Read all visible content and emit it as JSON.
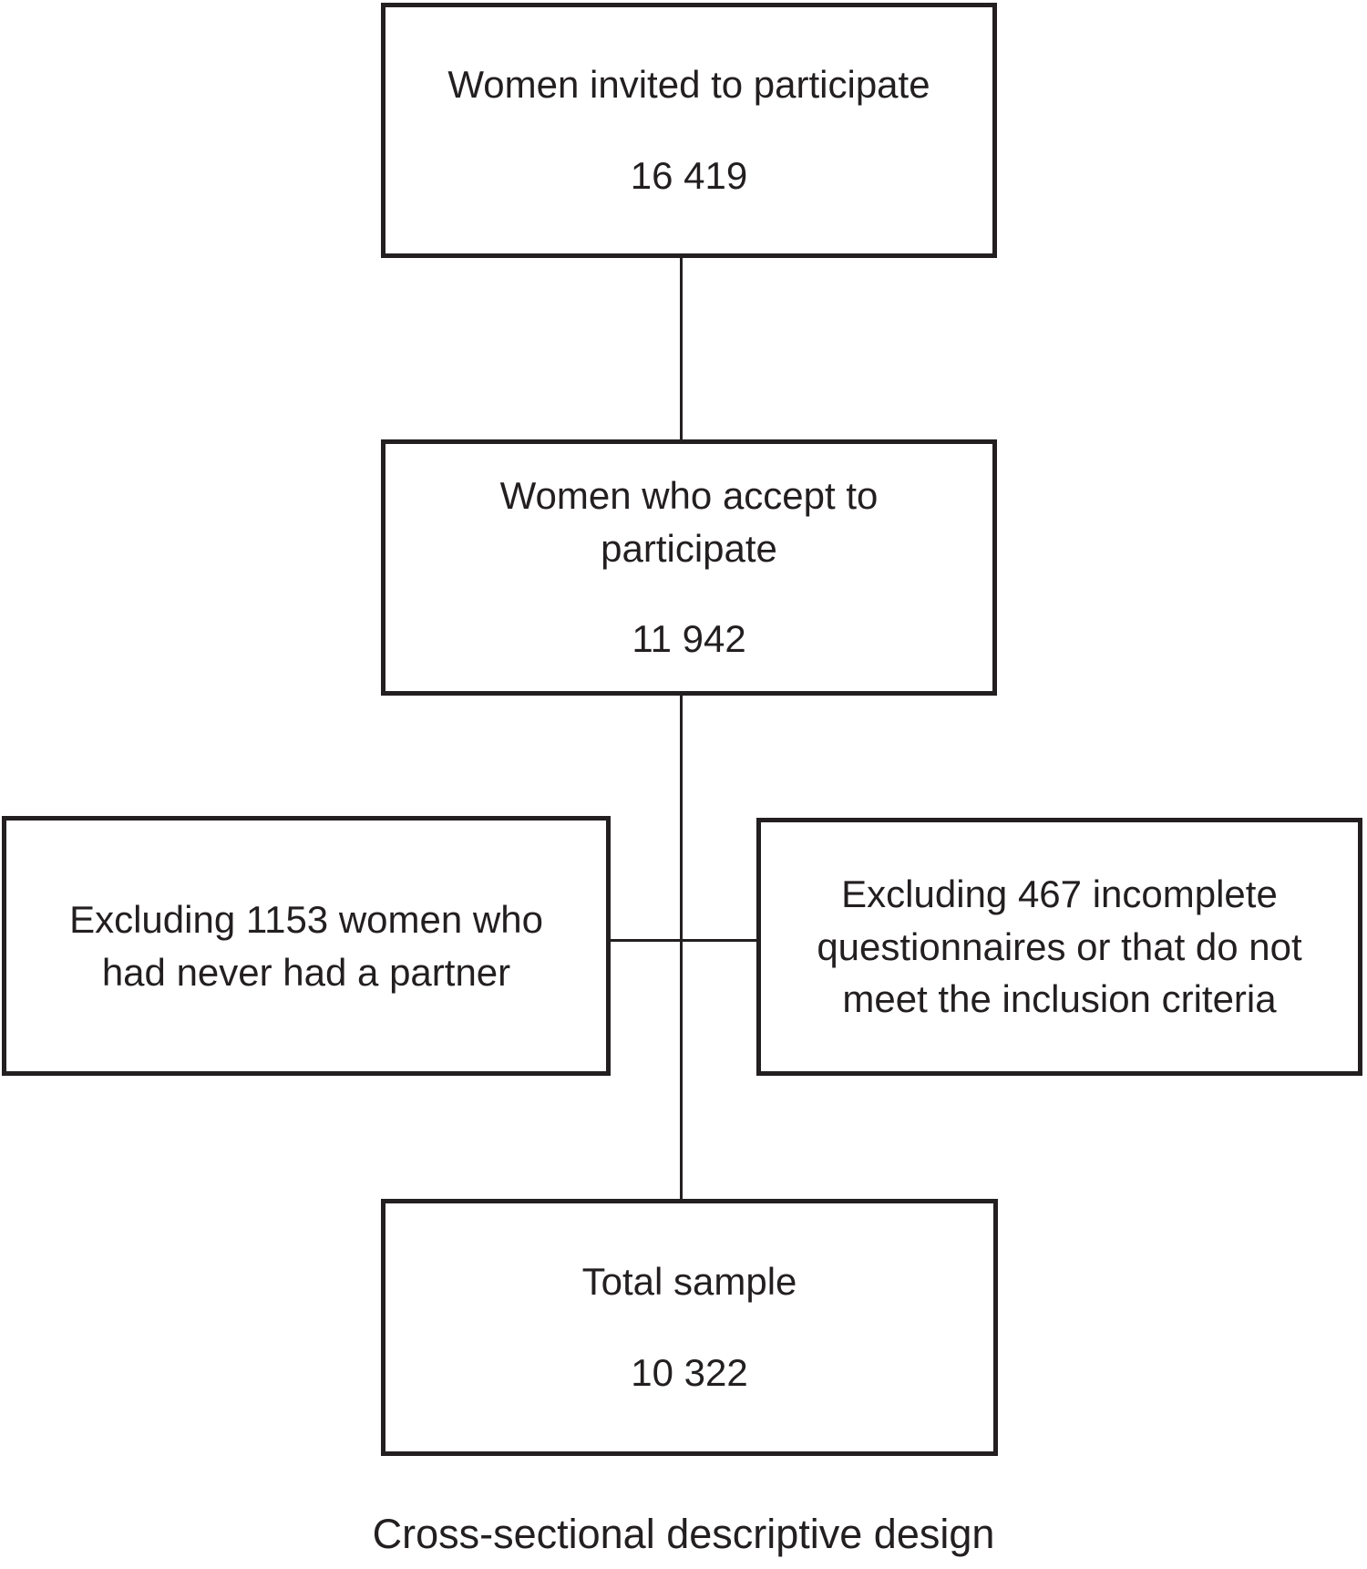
{
  "flowchart": {
    "nodes": [
      {
        "id": "invited",
        "title": "Women invited to participate",
        "value": "16 419"
      },
      {
        "id": "accepted",
        "title": "Women who accept to participate",
        "value": "11 942"
      },
      {
        "id": "excluded-partner",
        "title": "Excluding 1153 women who had never had a partner",
        "value": ""
      },
      {
        "id": "excluded-incomplete",
        "title": "Excluding 467 incomplete questionnaires or that do not meet the inclusion criteria",
        "value": ""
      },
      {
        "id": "total",
        "title": "Total sample",
        "value": "10 322"
      }
    ],
    "caption": "Cross-sectional descriptive design",
    "colors": {
      "ink": "#231f20",
      "background": "#ffffff"
    }
  }
}
